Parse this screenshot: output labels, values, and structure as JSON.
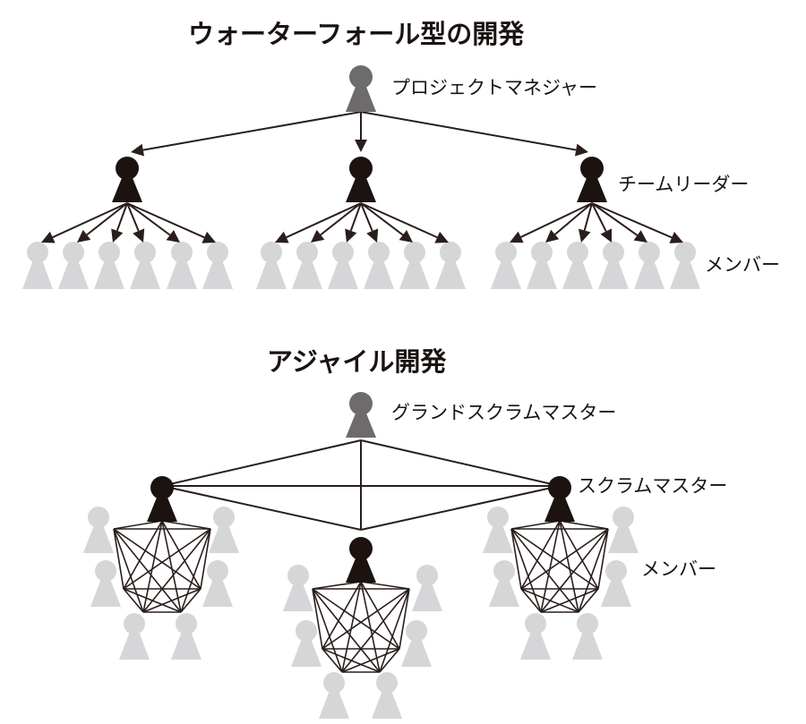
{
  "waterfall": {
    "title": "ウォーターフォール型の開発",
    "pm_label": "プロジェクトマネジャー",
    "leader_label": "チームリーダー",
    "member_label": "メンバー"
  },
  "agile": {
    "title": "アジャイル開発",
    "grand_label": "グランドスクラムマスター",
    "scrum_label": "スクラムマスター",
    "member_label": "メンバー"
  },
  "colors": {
    "top": "#6d6b6c",
    "leader": "#1c1210",
    "member": "#d6d6d8",
    "line": "#2a1e1c"
  }
}
